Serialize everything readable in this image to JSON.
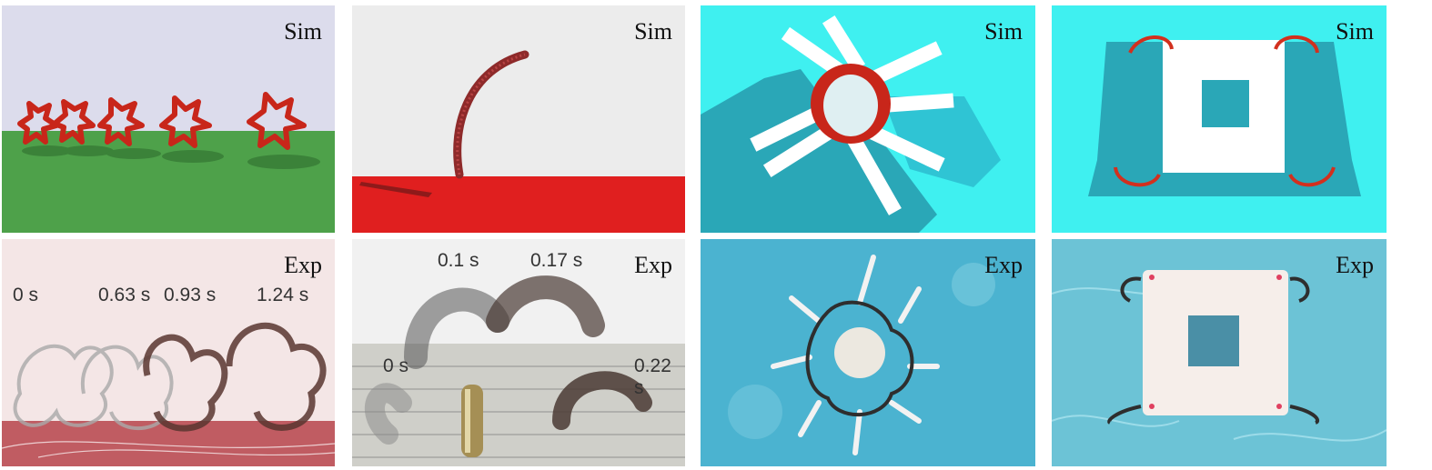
{
  "figure": {
    "columns": [
      {
        "sim": {
          "label": "Sim"
        },
        "exp": {
          "label": "Exp",
          "time_labels": [
            "0 s",
            "0.63 s",
            "0.93 s",
            "1.24 s"
          ]
        }
      },
      {
        "sim": {
          "label": "Sim"
        },
        "exp": {
          "label": "Exp",
          "time_labels": [
            "0.1 s",
            "0.17 s",
            "0 s",
            "0.22 s"
          ]
        }
      },
      {
        "sim": {
          "label": "Sim"
        },
        "exp": {
          "label": "Exp"
        }
      },
      {
        "sim": {
          "label": "Sim"
        },
        "exp": {
          "label": "Exp"
        }
      }
    ]
  }
}
